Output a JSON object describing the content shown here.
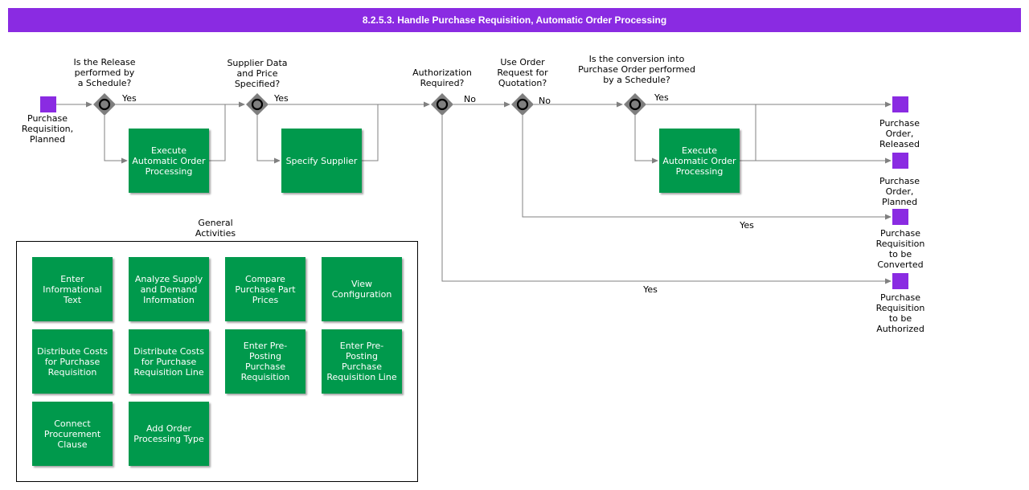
{
  "title": "8.2.5.3. Handle Purchase Requisition, Automatic Order Processing",
  "events": {
    "start": "Purchase\nRequisition,\nPlanned",
    "end_released": "Purchase\nOrder,\nReleased",
    "end_planned": "Purchase\nOrder,\nPlanned",
    "end_converted": "Purchase\nRequisition\nto be\nConverted",
    "end_authorized": "Purchase\nRequisition\nto be\nAuthorized"
  },
  "gateways": {
    "g1": "Is the Release\nperformed by\na Schedule?",
    "g2": "Supplier Data\nand Price\nSpecified?",
    "g3": "Authorization\nRequired?",
    "g4": "Use Order\nRequest for\nQuotation?",
    "g5": "Is the conversion into\nPurchase Order performed\nby a Schedule?"
  },
  "flow_labels": {
    "yes1": "Yes",
    "yes2": "Yes",
    "no3": "No",
    "no4": "No",
    "yes5": "Yes",
    "yes_converted": "Yes",
    "yes_authorized": "Yes"
  },
  "tasks": {
    "execute1": "Execute\nAutomatic Order\nProcessing",
    "specify": "Specify Supplier",
    "execute2": "Execute\nAutomatic Order\nProcessing"
  },
  "general_activities": {
    "title": "General\nActivities",
    "items": [
      "Enter\nInformational\nText",
      "Analyze Supply\nand Demand\nInformation",
      "Compare\nPurchase Part\nPrices",
      "View\nConfiguration",
      "Distribute Costs\nfor Purchase\nRequisition",
      "Distribute Costs\nfor Purchase\nRequisition Line",
      "Enter Pre-\nPosting\nPurchase\nRequisition",
      "Enter Pre-\nPosting\nPurchase\nRequisition Line",
      "Connect\nProcurement\nClause",
      "Add Order\nProcessing Type"
    ]
  },
  "colors": {
    "header": "#8a2be2",
    "event": "#8a2be2",
    "task": "#00994c",
    "gateway": "#7f7f7f",
    "line": "#808080"
  }
}
